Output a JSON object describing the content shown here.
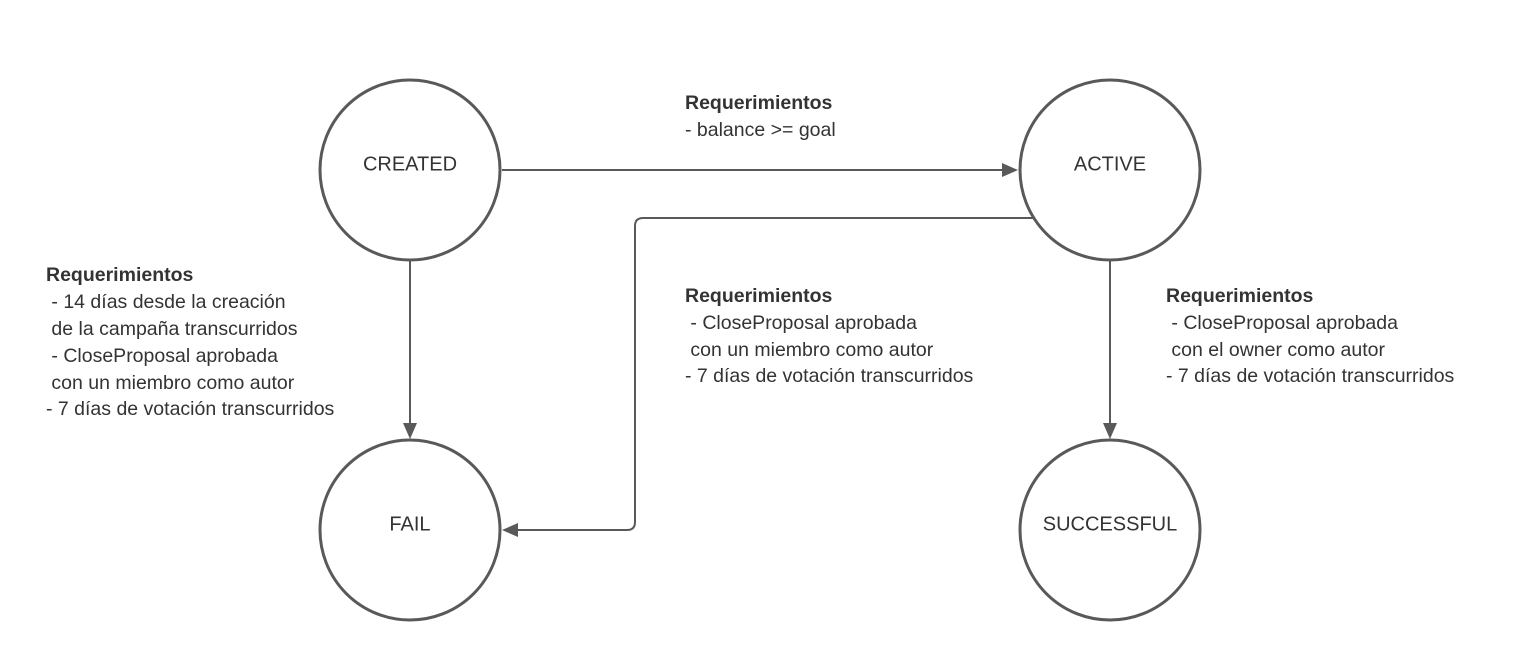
{
  "states": {
    "created": "CREATED",
    "active": "ACTIVE",
    "fail": "FAIL",
    "successful": "SUCCESSFUL"
  },
  "transitions": {
    "created_to_active": {
      "title": "Requerimientos",
      "lines": [
        "- balance >= goal"
      ]
    },
    "created_to_fail": {
      "title": "Requerimientos",
      "lines": [
        " - 14 días desde la creación",
        " de la campaña transcurridos",
        " - CloseProposal aprobada",
        " con un miembro como autor",
        "- 7 días de votación transcurridos"
      ]
    },
    "active_to_fail": {
      "title": "Requerimientos",
      "lines": [
        " - CloseProposal aprobada",
        " con un miembro como autor",
        "- 7 días de votación transcurridos"
      ]
    },
    "active_to_successful": {
      "title": "Requerimientos",
      "lines": [
        " - CloseProposal aprobada",
        " con el owner como autor",
        "- 7 días de votación transcurridos"
      ]
    }
  },
  "colors": {
    "stroke": "#595959",
    "text": "#333333"
  }
}
